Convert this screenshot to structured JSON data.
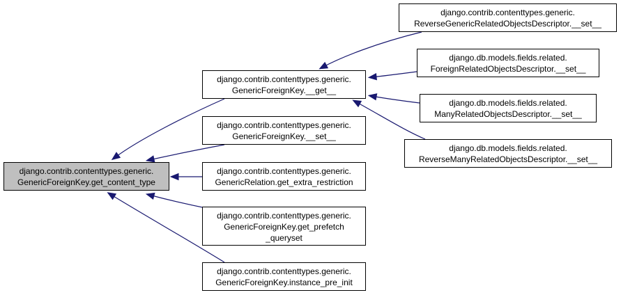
{
  "colors": {
    "edge": "#191970",
    "root_fill": "#bfbfbf",
    "node_fill": "#ffffff",
    "node_border": "#000000"
  },
  "nodes": {
    "root": {
      "line1": "django.contrib.contenttypes.generic.",
      "line2": "GenericForeignKey.get_content_type"
    },
    "gfk_get": {
      "line1": "django.contrib.contenttypes.generic.",
      "line2": "GenericForeignKey.__get__"
    },
    "gfk_set": {
      "line1": "django.contrib.contenttypes.generic.",
      "line2": "GenericForeignKey.__set__"
    },
    "grel_extra": {
      "line1": "django.contrib.contenttypes.generic.",
      "line2": "GenericRelation.get_extra_restriction"
    },
    "gfk_prefetch": {
      "line1": "django.contrib.contenttypes.generic.",
      "line2": "GenericForeignKey.get_prefetch",
      "line3": "_queryset"
    },
    "gfk_preinit": {
      "line1": "django.contrib.contenttypes.generic.",
      "line2": "GenericForeignKey.instance_pre_init"
    },
    "rgrod_set": {
      "line1": "django.contrib.contenttypes.generic.",
      "line2": "ReverseGenericRelatedObjectsDescriptor.__set__"
    },
    "frod_set": {
      "line1": "django.db.models.fields.related.",
      "line2": "ForeignRelatedObjectsDescriptor.__set__"
    },
    "mrod_set": {
      "line1": "django.db.models.fields.related.",
      "line2": "ManyRelatedObjectsDescriptor.__set__"
    },
    "rmrod_set": {
      "line1": "django.db.models.fields.related.",
      "line2": "ReverseManyRelatedObjectsDescriptor.__set__"
    }
  },
  "edges": [
    {
      "from": "gfk_get",
      "to": "root"
    },
    {
      "from": "gfk_set",
      "to": "root"
    },
    {
      "from": "grel_extra",
      "to": "root"
    },
    {
      "from": "gfk_prefetch",
      "to": "root"
    },
    {
      "from": "gfk_preinit",
      "to": "root"
    },
    {
      "from": "rgrod_set",
      "to": "gfk_get"
    },
    {
      "from": "frod_set",
      "to": "gfk_get"
    },
    {
      "from": "mrod_set",
      "to": "gfk_get"
    },
    {
      "from": "rmrod_set",
      "to": "gfk_get"
    }
  ]
}
